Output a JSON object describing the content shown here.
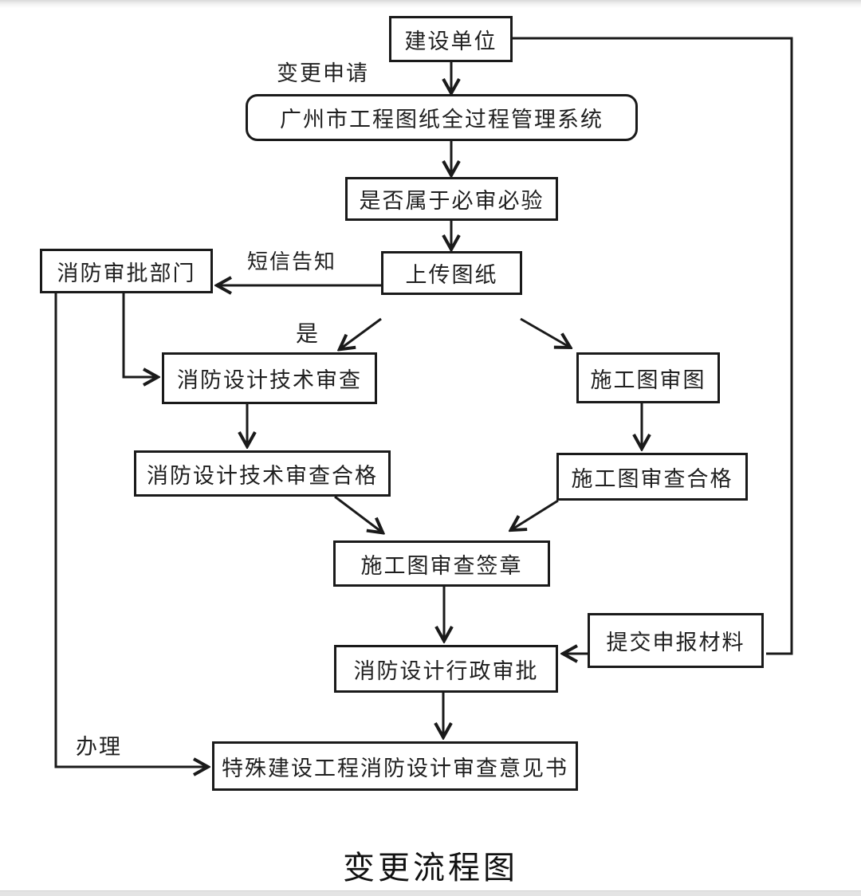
{
  "diagram": {
    "caption": "变更流程图",
    "nodes": [
      {
        "id": "construction-unit",
        "label": "建设单位"
      },
      {
        "id": "management-system",
        "label": "广州市工程图纸全过程管理系统"
      },
      {
        "id": "mandatory-review-check",
        "label": "是否属于必审必验"
      },
      {
        "id": "upload-drawings",
        "label": "上传图纸"
      },
      {
        "id": "fire-approval-department",
        "label": "消防审批部门"
      },
      {
        "id": "fire-design-technical-review",
        "label": "消防设计技术审查"
      },
      {
        "id": "construction-drawing-review",
        "label": "施工图审图"
      },
      {
        "id": "fire-design-technical-review-passed",
        "label": "消防设计技术审查合格"
      },
      {
        "id": "construction-drawing-review-passed",
        "label": "施工图审查合格"
      },
      {
        "id": "construction-drawing-review-seal",
        "label": "施工图审查签章"
      },
      {
        "id": "submit-application-materials",
        "label": "提交申报材料"
      },
      {
        "id": "fire-design-administrative-approval",
        "label": "消防设计行政审批"
      },
      {
        "id": "special-project-fire-review-opinion",
        "label": "特殊建设工程消防设计审查意见书"
      }
    ],
    "edge_labels": {
      "change_request": "变更申请",
      "sms_notification": "短信告知",
      "yes": "是",
      "handle": "办理"
    },
    "colors": {
      "line": "#1a1a1a",
      "text": "#1f1f1f",
      "background": "#ffffff"
    }
  }
}
